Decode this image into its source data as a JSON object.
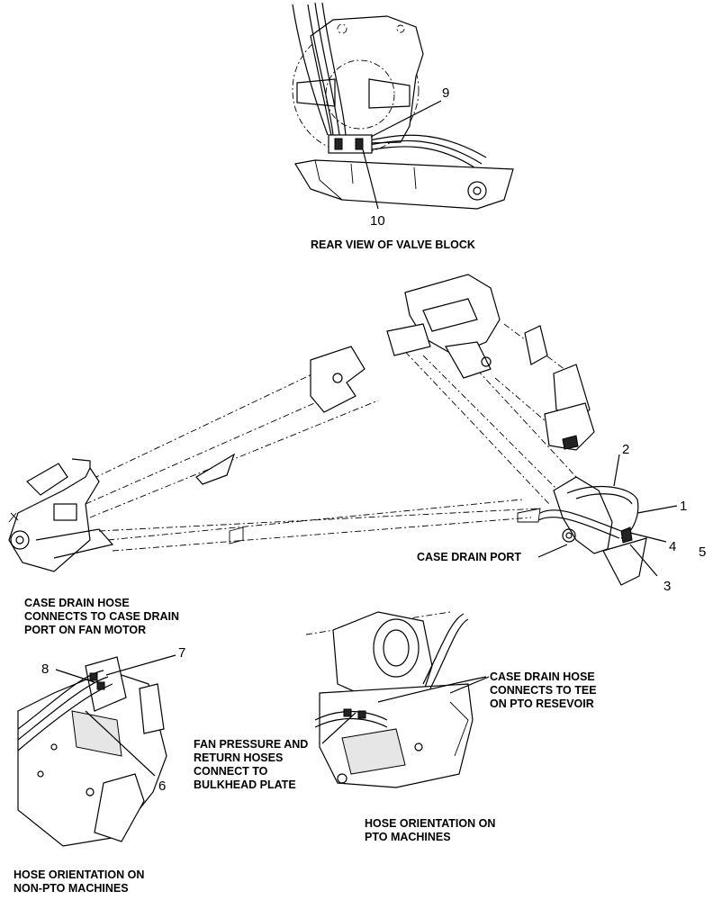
{
  "callouts": {
    "c9": "9",
    "c10": "10",
    "c2": "2",
    "c1": "1",
    "c4": "4",
    "c5": "5",
    "c3": "3",
    "c7": "7",
    "c8": "8",
    "c6": "6"
  },
  "labels": {
    "rear_view": "REAR VIEW OF VALVE BLOCK",
    "case_drain_port": "CASE DRAIN PORT",
    "fan_motor_note": [
      "CASE DRAIN HOSE",
      "CONNECTS TO CASE DRAIN",
      "PORT ON FAN MOTOR"
    ],
    "tee_note": [
      "CASE DRAIN HOSE",
      "CONNECTS TO TEE",
      "ON PTO RESEVOIR"
    ],
    "bulkhead_note": [
      "FAN PRESSURE AND",
      "RETURN HOSES",
      "CONNECT TO",
      "BULKHEAD PLATE"
    ],
    "pto_caption": [
      "HOSE ORIENTATION ON",
      "PTO MACHINES"
    ],
    "non_pto_caption": [
      "HOSE ORIENTATION ON",
      "NON-PTO MACHINES"
    ]
  }
}
